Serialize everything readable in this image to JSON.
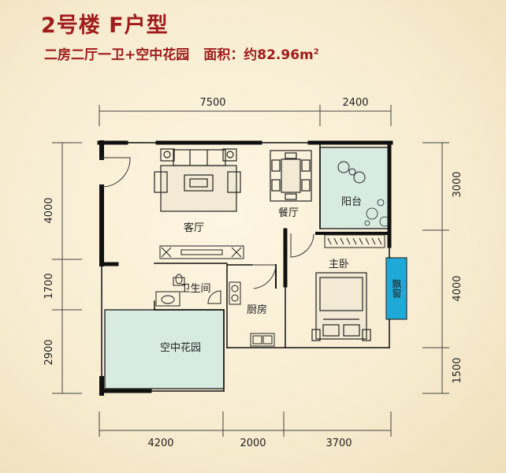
{
  "header": {
    "title": "2号楼  F户型",
    "subtitle": "二房二厅一卫+空中花园",
    "area_label": "面积：约82.96m",
    "area_sup": "2"
  },
  "dimensions": {
    "top": [
      "7500",
      "2400"
    ],
    "bottom": [
      "4200",
      "2000",
      "3700"
    ],
    "left": [
      "4000",
      "1700",
      "2900"
    ],
    "right": [
      "3000",
      "4000",
      "1500"
    ]
  },
  "rooms": {
    "living": "客厅",
    "dining": "餐厅",
    "balcony": "阳台",
    "master_bedroom": "主卧",
    "bathroom": "卫生间",
    "kitchen": "厨房",
    "sky_garden": "空中花园",
    "bay_window": "飘窗"
  },
  "colors": {
    "title": "#a01c1c",
    "wall": "#111111",
    "garden_fill": "#d7ebe1",
    "bay_fill": "#1fa9d6"
  }
}
